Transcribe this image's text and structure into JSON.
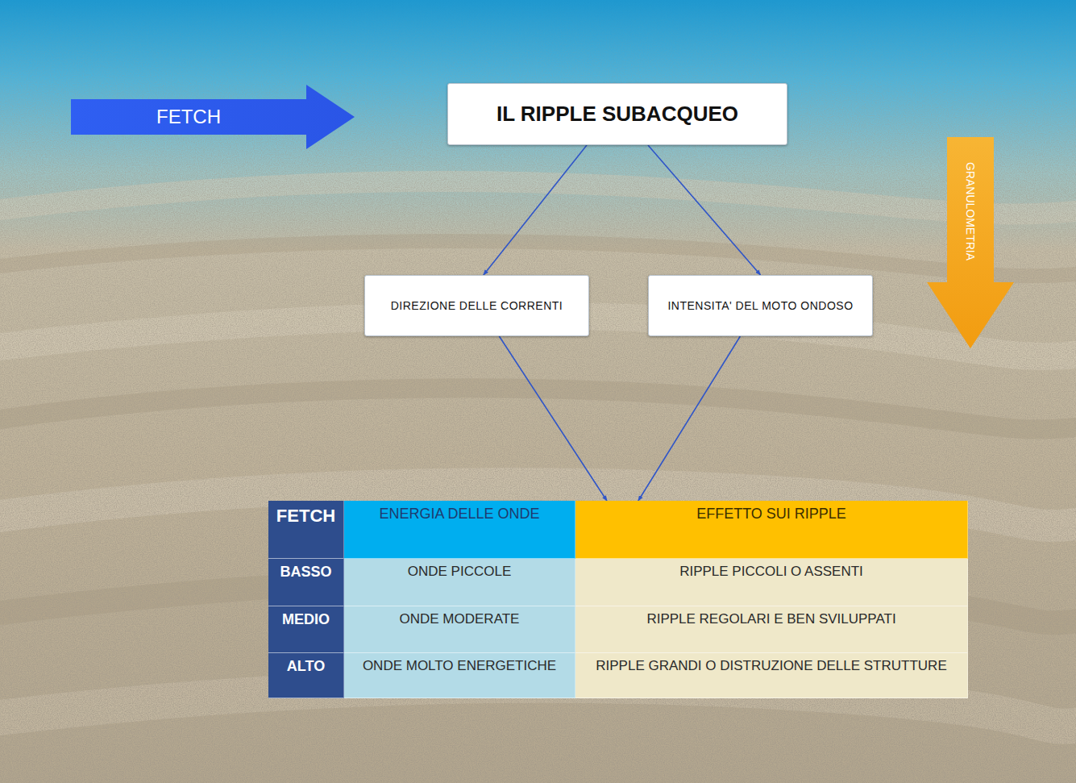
{
  "diagram": {
    "nodes": [
      {
        "text": [
          "FETCH"
        ]
      },
      {
        "text": [
          "IL RIPPLE SUBACQUEO"
        ]
      },
      {
        "text": [
          "GRANULOMETRIA"
        ]
      },
      {
        "text": [
          "DIREZIONE DELLE CORRENTI"
        ]
      },
      {
        "text": [
          "INTENSITA' DEL MOTO ONDOSO"
        ]
      },
      {
        "text": [
          "FETCH"
        ]
      },
      {
        "text": [
          "ENERGIA DELLE ONDE"
        ]
      },
      {
        "text": [
          "EFFETTO SUI RIPPLE"
        ]
      },
      {
        "text": [
          "BASSO"
        ]
      },
      {
        "text": [
          "ONDE PICCOLE"
        ]
      },
      {
        "text": [
          "RIPPLE PICCOLI O ASSENTI"
        ]
      },
      {
        "text": [
          "MEDIO"
        ]
      },
      {
        "text": [
          "ONDE MODERATE"
        ]
      },
      {
        "text": [
          "RIPPLE REGOLARI E BEN SVILUPPATI"
        ]
      },
      {
        "text": [
          "ALTO"
        ]
      },
      {
        "text": [
          "ONDE MOLTO ENERGETICHE"
        ]
      },
      {
        "text": [
          "RIPPLE GRANDI O DISTRUZIONE DELLE STRUTTURE"
        ]
      }
    ],
    "edges": [
      {
        "from": 1,
        "to": 3,
        "arrow": "to"
      },
      {
        "from": 1,
        "to": 4,
        "arrow": "to"
      },
      {
        "from": 3,
        "to": 7,
        "arrow": "to"
      },
      {
        "from": 4,
        "to": 7,
        "arrow": "to"
      }
    ]
  }
}
